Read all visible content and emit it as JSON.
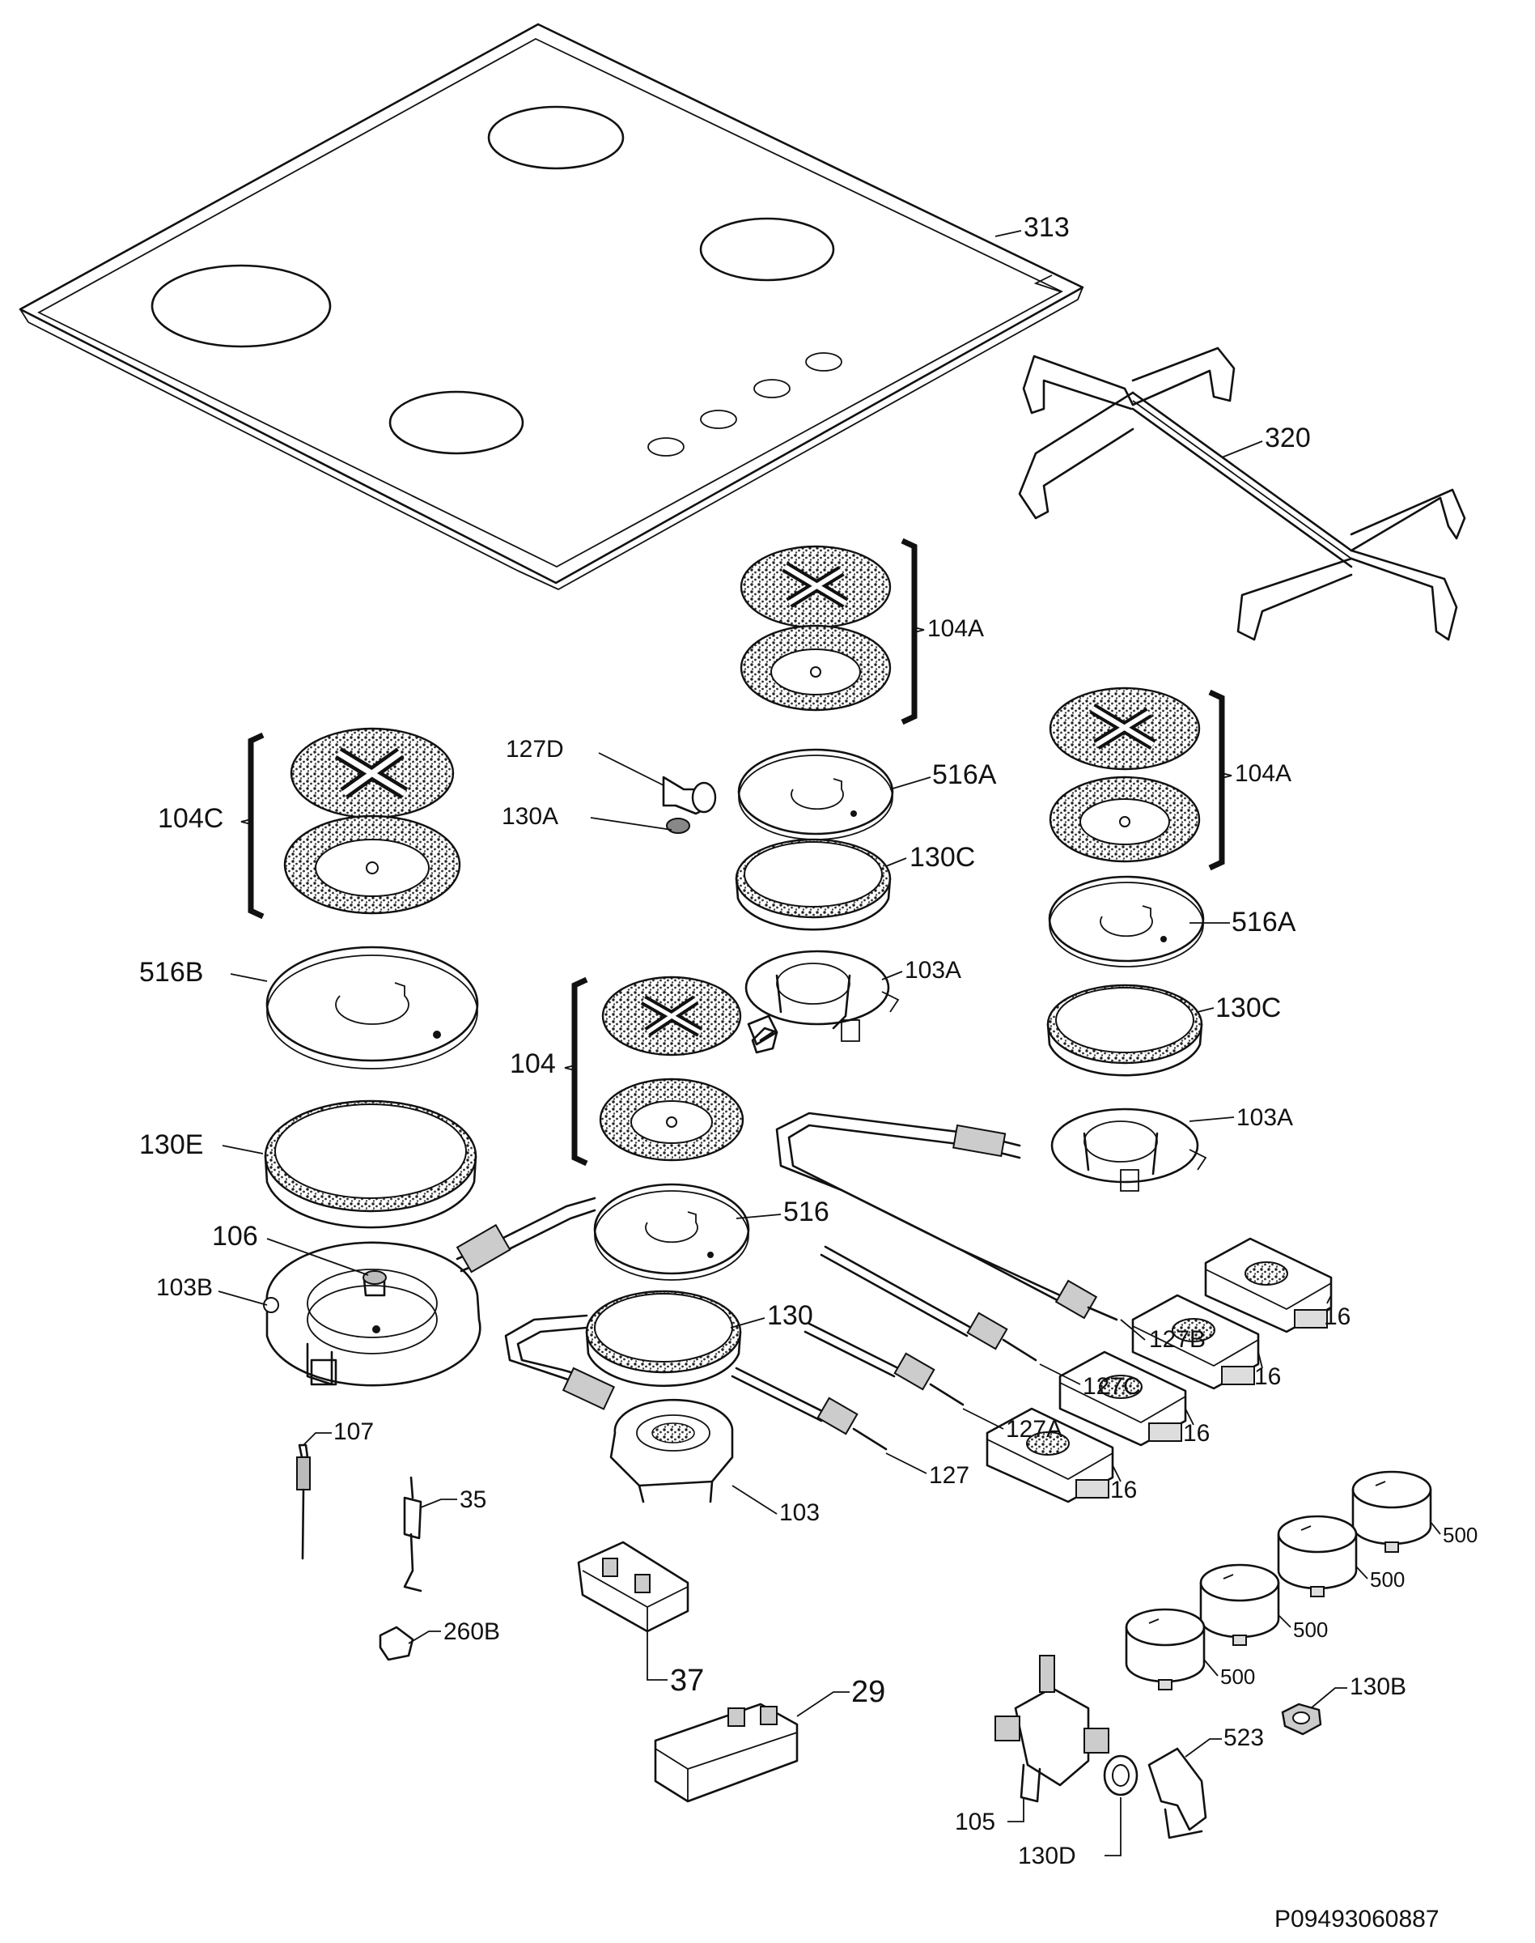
{
  "labels": {
    "l313": "313",
    "l320": "320",
    "l104a_1": "104A",
    "l104a_2": "104A",
    "l104c": "104C",
    "l104": "104",
    "l127d": "127D",
    "l130a": "130A",
    "l516a_1": "516A",
    "l516a_2": "516A",
    "l130c_1": "130C",
    "l130c_2": "130C",
    "l103a_1": "103A",
    "l103a_2": "103A",
    "l516b": "516B",
    "l130e": "130E",
    "l516": "516",
    "l130": "130",
    "l106": "106",
    "l103b": "103B",
    "l127b": "127B",
    "l127c": "127C",
    "l127a": "127A",
    "l127": "127",
    "l103": "103",
    "l107": "107",
    "l35": "35",
    "l260b": "260B",
    "l37": "37",
    "l29": "29",
    "l16_1": "16",
    "l16_2": "16",
    "l16_3": "16",
    "l16_4": "16",
    "l500_1": "500",
    "l500_2": "500",
    "l500_3": "500",
    "l500_4": "500",
    "l130b": "130B",
    "l523": "523",
    "l105": "105",
    "l130d": "130D"
  },
  "drawing_code": "P09493060887"
}
